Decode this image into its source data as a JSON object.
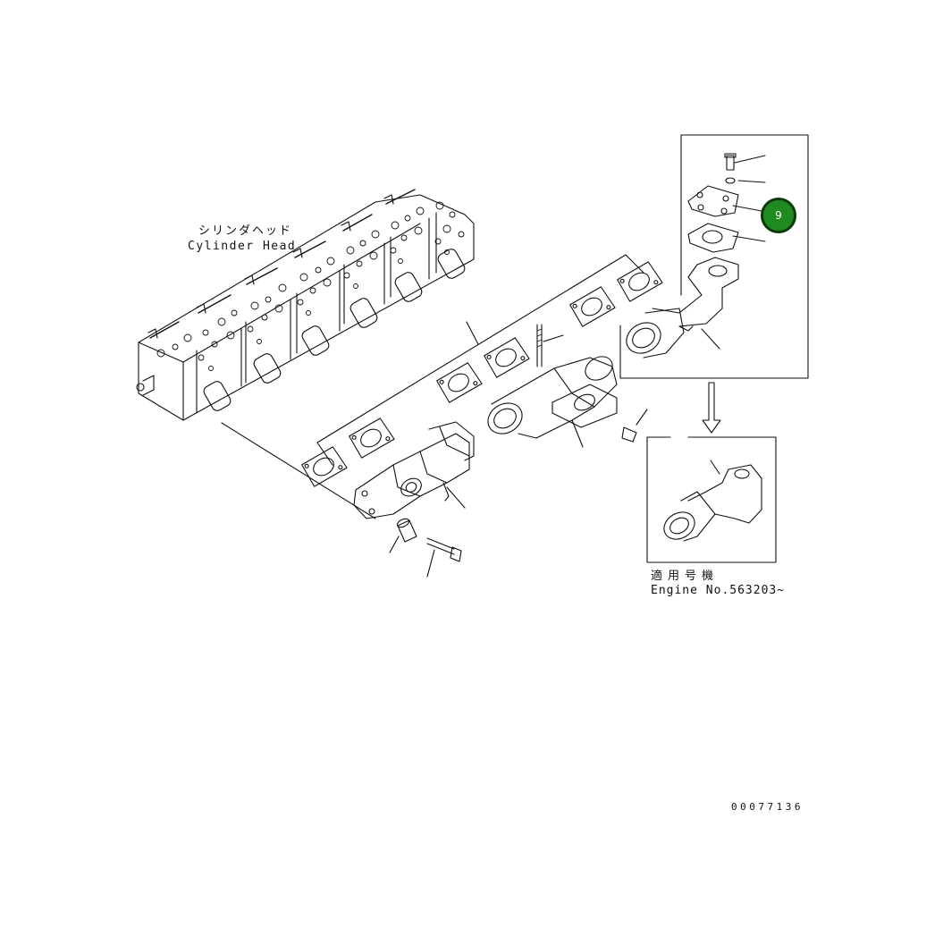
{
  "labels": {
    "cylinder_head_jp": "シリンダヘッド",
    "cylinder_head_en": "Cylinder Head",
    "engine_jp": "適用号機",
    "engine_en": "Engine No.563203~",
    "doc_number": "00077136"
  },
  "callout": {
    "number": "9",
    "color": "#1f8a1f"
  },
  "colors": {
    "line": "#111111",
    "background": "#ffffff"
  }
}
